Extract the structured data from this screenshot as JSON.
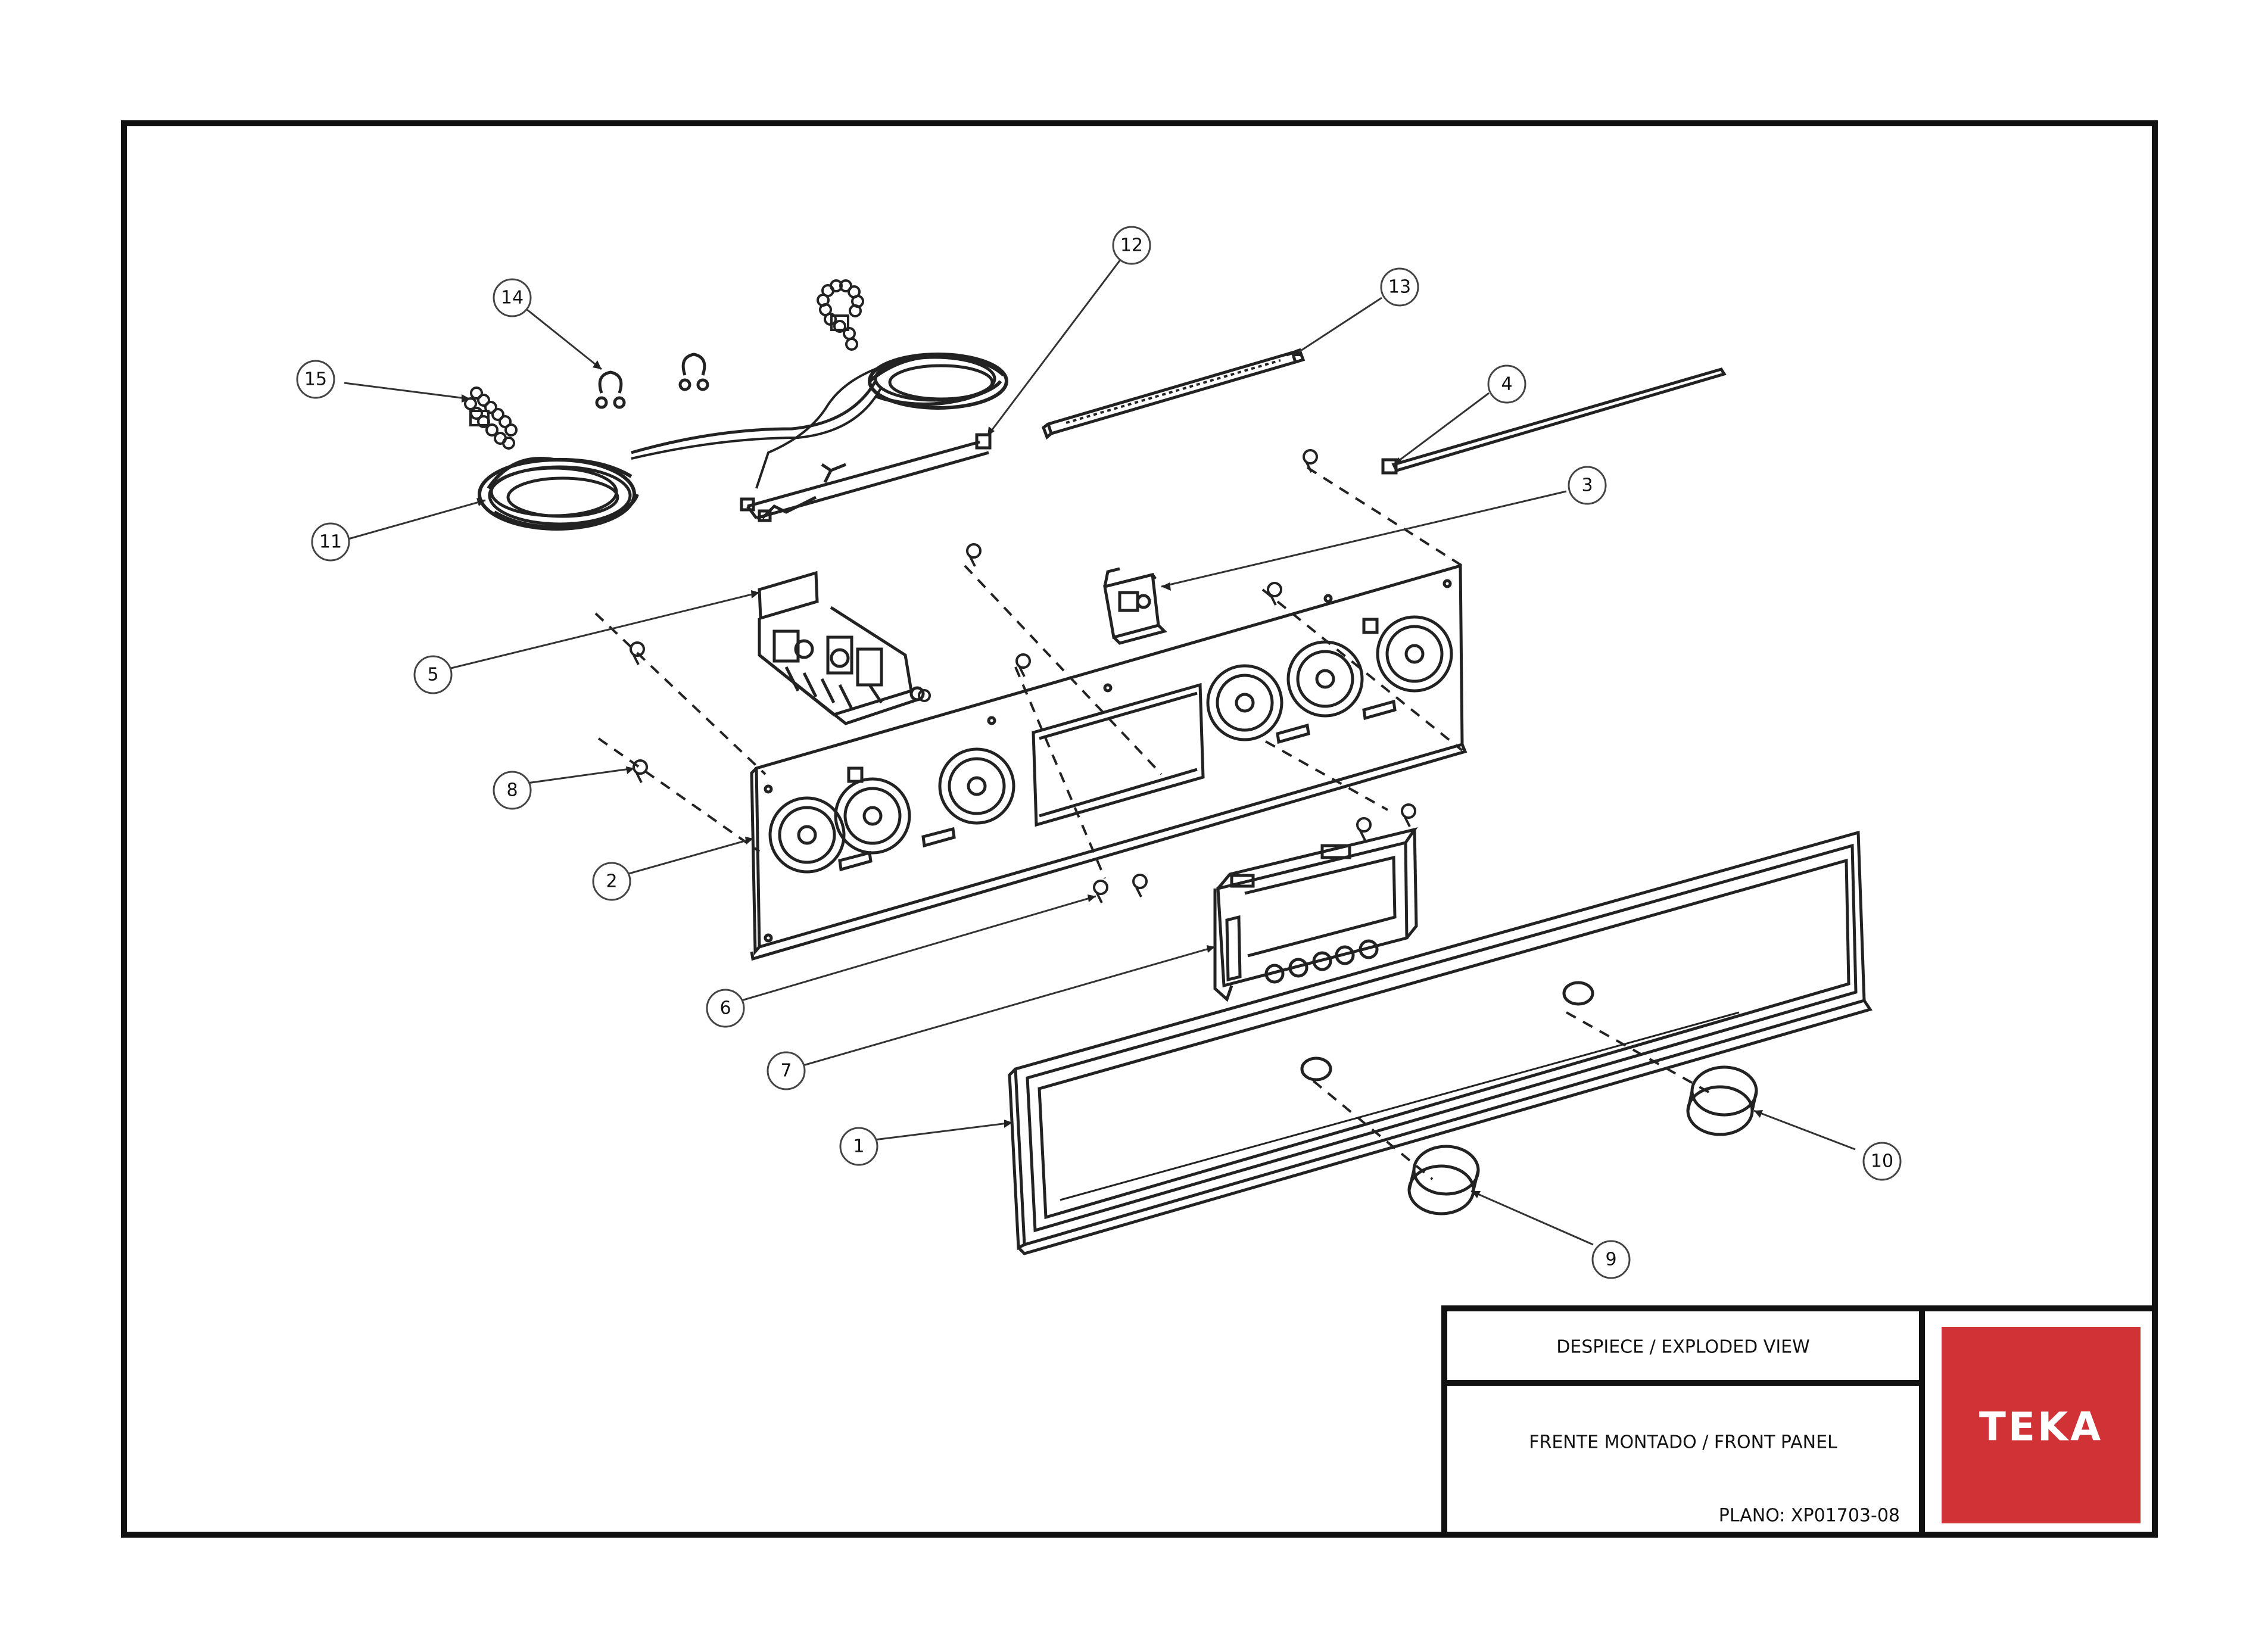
{
  "title_block": {
    "view_label": "DESPIECE / EXPLODED VIEW",
    "assembly_label": "FRENTE MONTADO / FRONT PANEL",
    "plan_label": "PLANO: XP01703-08"
  },
  "brand": {
    "name": "TEKA",
    "color": "#d03236"
  },
  "callouts": [
    "1",
    "2",
    "3",
    "4",
    "5",
    "6",
    "7",
    "8",
    "9",
    "10",
    "11",
    "12",
    "13",
    "14",
    "15"
  ]
}
